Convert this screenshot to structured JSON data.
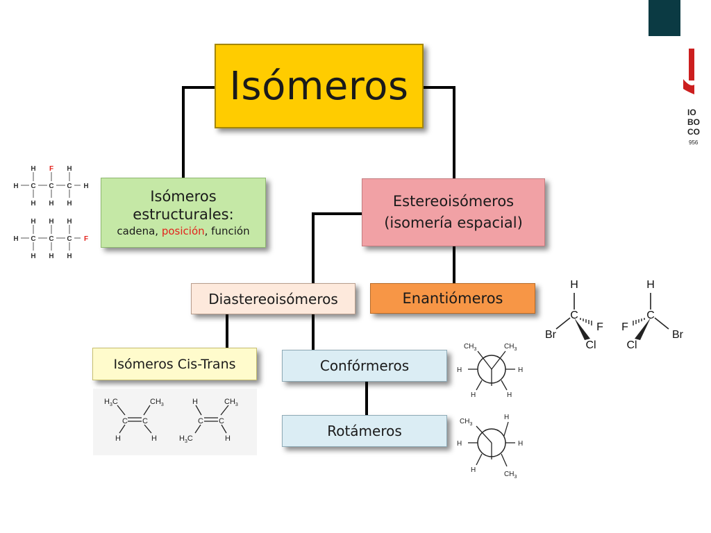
{
  "boxes": {
    "root": "Isómeros",
    "structural": {
      "line1": "Isómeros",
      "line2": "estructurales:",
      "line3_a": "cadena, ",
      "line3_b": "posición",
      "line3_c": ", función"
    },
    "stereo": {
      "line1": "Estereoisómeros",
      "line2": "(isomería espacial)"
    },
    "diastereo": "Diastereoisómeros",
    "enantio": "Enantiómeros",
    "cistrans": "Isómeros Cis-Trans",
    "conformers": "Confórmeros",
    "rotamers": "Rotámeros"
  },
  "atoms": {
    "H": "H",
    "C": "C",
    "F": "F",
    "Br": "Br",
    "Cl": "Cl",
    "CH3": "CH",
    "sub3": "3"
  },
  "logo": {
    "l1": "IO",
    "l2": "BO",
    "l3": "CO",
    "year": "956"
  },
  "colors": {
    "root": "#ffcc00",
    "structural": "#c5e8a6",
    "stereo": "#f1a1a5",
    "diastereo": "#fde9dc",
    "enantio": "#f79646",
    "cistrans": "#fffbcc",
    "conformers": "#dbedf4",
    "corner": "#0b3a43",
    "highlight": "#e3221c"
  }
}
